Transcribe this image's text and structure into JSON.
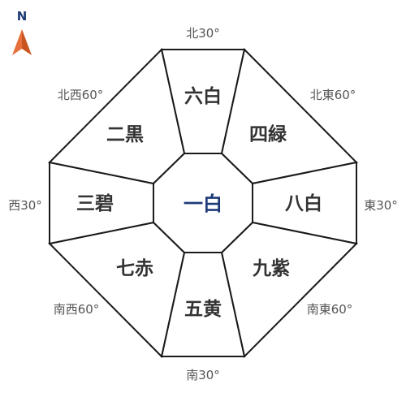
{
  "compass": {
    "north_letter": "N",
    "arrow_colors": {
      "left": "#e8703a",
      "right": "#c9541f"
    },
    "north_color": "#1f3b77"
  },
  "center": {
    "name": "一白",
    "color": "#1f3b77"
  },
  "sectors": {
    "n": {
      "name": "六白"
    },
    "ne": {
      "name": "四緑"
    },
    "e": {
      "name": "八白"
    },
    "se": {
      "name": "九紫"
    },
    "s": {
      "name": "五黄"
    },
    "sw": {
      "name": "七赤"
    },
    "w": {
      "name": "三碧"
    },
    "nw": {
      "name": "二黒"
    }
  },
  "directions": {
    "n": "北30°",
    "ne": "北東60°",
    "e": "東30°",
    "se": "南東60°",
    "s": "南30°",
    "sw": "南西60°",
    "w": "西30°",
    "nw": "北西60°"
  }
}
